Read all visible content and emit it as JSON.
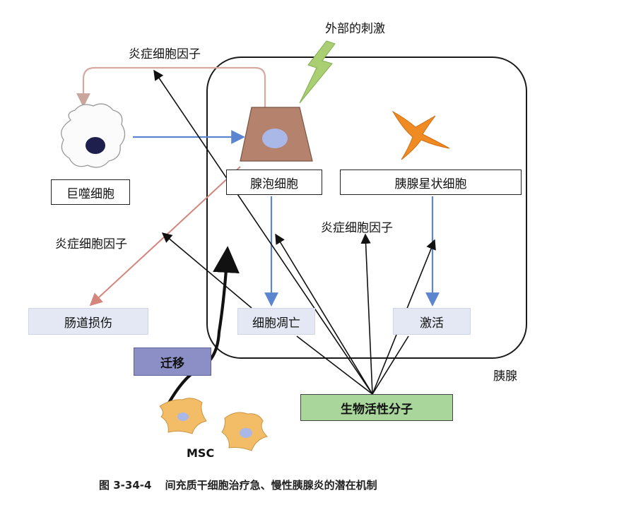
{
  "labels": {
    "external_stimulus": "外部的刺激",
    "cytokine_top": "炎症细胞因子",
    "cytokine_left": "炎症细胞因子",
    "cytokine_center": "炎症细胞因子",
    "pancreas": "胰腺",
    "msc": "MSC"
  },
  "boxes": {
    "macrophage": "巨噬细胞",
    "acinar_cell": "腺泡细胞",
    "stellate_cell": "胰腺星状细胞",
    "intestinal_injury": "肠道损伤",
    "apoptosis": "细胞凋亡",
    "activation": "激活",
    "migration": "迁移",
    "bioactive_molecules": "生物活性分子"
  },
  "caption": {
    "figure_number": "图 3-34-4",
    "title": "间充质干细胞治疗急、慢性胰腺炎的潜在机制"
  },
  "colors": {
    "acinar": "#b5826d",
    "nucleus": "#a9b8e6",
    "stellate": "#f08a22",
    "msc_cell": "#f3bd68",
    "lightning": "#a9cf72",
    "blue_arrow": "#5b86cf",
    "red_arrow": "#d3867b",
    "black_arrow": "#111111"
  },
  "icons": [
    "lightning-icon",
    "macrophage-cell-icon",
    "acinar-cell-icon",
    "stellate-cell-icon",
    "msc-cell-icon"
  ]
}
